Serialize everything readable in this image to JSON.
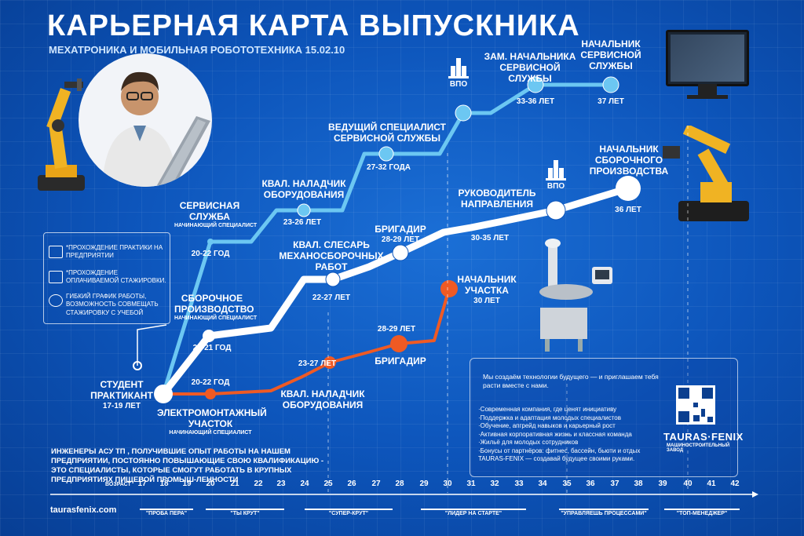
{
  "header": {
    "title": "КАРЬЕРНАЯ КАРТА ВЫПУСКНИКА",
    "subtitle": "МЕХАТРОНИКА И МОБИЛЬНАЯ РОБОТОТЕХНИКА 15.02.10"
  },
  "colors": {
    "white_path": "#ffffff",
    "blue_path": "#6cc7f2",
    "orange_path": "#ef5a24",
    "background": "#0d55bb"
  },
  "start": {
    "name": "СТУДЕНТ ПРАКТИКАНТ",
    "age": "17-19 ЛЕТ"
  },
  "benefits": [
    {
      "icon": "building-icon",
      "text": "*ПРОХОЖДЕНИЕ ПРАКТИКИ НА ПРЕДПРИЯТИИ"
    },
    {
      "icon": "money-icon",
      "text": "*ПРОХОЖДЕНИЕ ОПЛАЧИВАЕМОЙ СТАЖИРОВКИ."
    },
    {
      "icon": "clock-icon",
      "text": "ГИБКИЙ ГРАФИК РАБОТЫ, ВОЗМОЖНОСТЬ СОВМЕЩАТЬ СТАЖИРОВКУ С УЧЕБОЙ"
    }
  ],
  "blue_path": {
    "service": {
      "name": "СЕРВИСНАЯ СЛУЖБА",
      "sub": "НАЧИНАЮЩИЙ СПЕЦИАЛИСТ",
      "age": "20-22 ГОД"
    },
    "adjuster": {
      "name": "КВАЛ. НАЛАДЧИК ОБОРУДОВАНИЯ",
      "age": "23-26 ЛЕТ"
    },
    "lead": {
      "name": "ВЕДУЩИЙ СПЕЦИАЛИСТ СЕРВИСНОЙ СЛУЖБЫ",
      "age": "27-32 ГОДА"
    },
    "vpo": "ВПО",
    "deputy": {
      "name": "ЗАМ. НАЧАЛЬНИКА СЕРВИСНОЙ СЛУЖБЫ",
      "age": "33-36 ЛЕТ"
    },
    "chief": {
      "name": "НАЧАЛЬНИК СЕРВИСНОЙ СЛУЖБЫ",
      "age": "37 ЛЕТ"
    }
  },
  "white_path": {
    "assembly": {
      "name": "СБОРОЧНОЕ ПРОИЗВОДСТВО",
      "sub": "НАЧИНАЮЩИЙ СПЕЦИАЛИСТ",
      "age": "20-21 ГОД"
    },
    "locksmith": {
      "name": "КВАЛ. СЛЕСАРЬ МЕХАНОСБОРОЧНЫХ РАБОТ",
      "age": "22-27 ЛЕТ"
    },
    "foreman": {
      "name": "БРИГАДИР",
      "age": "28-29 ЛЕТ"
    },
    "director": {
      "name": "РУКОВОДИТЕЛЬ НАПРАВЛЕНИЯ",
      "age": "30-35 ЛЕТ"
    },
    "vpo": "ВПО",
    "chief": {
      "name": "НАЧАЛЬНИК СБОРОЧНОГО ПРОИЗВОДСТВА",
      "age": "36 ЛЕТ"
    }
  },
  "orange_path": {
    "electrical": {
      "name": "ЭЛЕКТРОМОНТАЖНЫЙ УЧАСТОК",
      "sub": "НАЧИНАЮЩИЙ СПЕЦИАЛИСТ",
      "age": "20-22 ГОД"
    },
    "adjuster": {
      "name": "КВАЛ. НАЛАДЧИК ОБОРУДОВАНИЯ",
      "age": "23-27 ЛЕТ"
    },
    "foreman": {
      "name": "БРИГАДИР",
      "age": "28-29 ЛЕТ"
    },
    "chief": {
      "name": "НАЧАЛЬНИК УЧАСТКА",
      "age": "30 ЛЕТ"
    }
  },
  "bottom_text": "ИНЖЕНЕРЫ АСУ ТП , ПОЛУЧИВШИЕ ОПЫТ РАБОТЫ НА НАШЕМ ПРЕДПРИЯТИИ, ПОСТОЯННО ПОВЫШАЮЩИЕ СВОЮ КВАЛИФИКАЦИЮ - ЭТО СПЕЦИАЛИСТЫ, КОТОРЫЕ СМОГУТ РАБОТАТЬ В КРУПНЫХ ПРЕДПРИЯТИЯХ ПИЩЕВОЙ ПРОМЫШ-ЛЕННОСТИ",
  "company_panel": {
    "intro": "Мы создаём технологии будущего — и приглашаем тебя расти вместе с нами.",
    "items": [
      "·Современная компания, где ценят инициативу",
      "·Поддержка и адаптация молодых специалистов",
      "·Обучение, апгрейд навыков и карьерный рост",
      "·Активная корпоративная жизнь и классная команда",
      "·Жильё для молодых сотрудников",
      "·Бонусы от партнёров: фитнес, бассейн, бьюти и отдых TAURAS-FENIX — создавай будущее своими руками."
    ],
    "brand": "TAURAS·FENIX",
    "brand_sub": "МАШИНОСТРОИТЕЛЬНЫЙ ЗАВОД"
  },
  "axis": {
    "label": "ВОЗРАСТ",
    "ticks": [
      "17",
      "18",
      "19",
      "20",
      "21",
      "22",
      "23",
      "24",
      "25",
      "26",
      "27",
      "28",
      "29",
      "30",
      "31",
      "32",
      "33",
      "34",
      "35",
      "36",
      "37",
      "38",
      "39",
      "40",
      "41",
      "42"
    ]
  },
  "stages": [
    "\"ПРОБА ПЕРА\"",
    "\"ТЫ КРУТ\"",
    "\"СУПЕР-КРУТ\"",
    "\"ЛИДЕР НА СТАРТЕ\"",
    "\"УПРАВЛЯЕШЬ ПРОЦЕССАМИ\"",
    "\"ТОП-МЕНЕДЖЕР\""
  ],
  "website": "taurasfenix.com"
}
